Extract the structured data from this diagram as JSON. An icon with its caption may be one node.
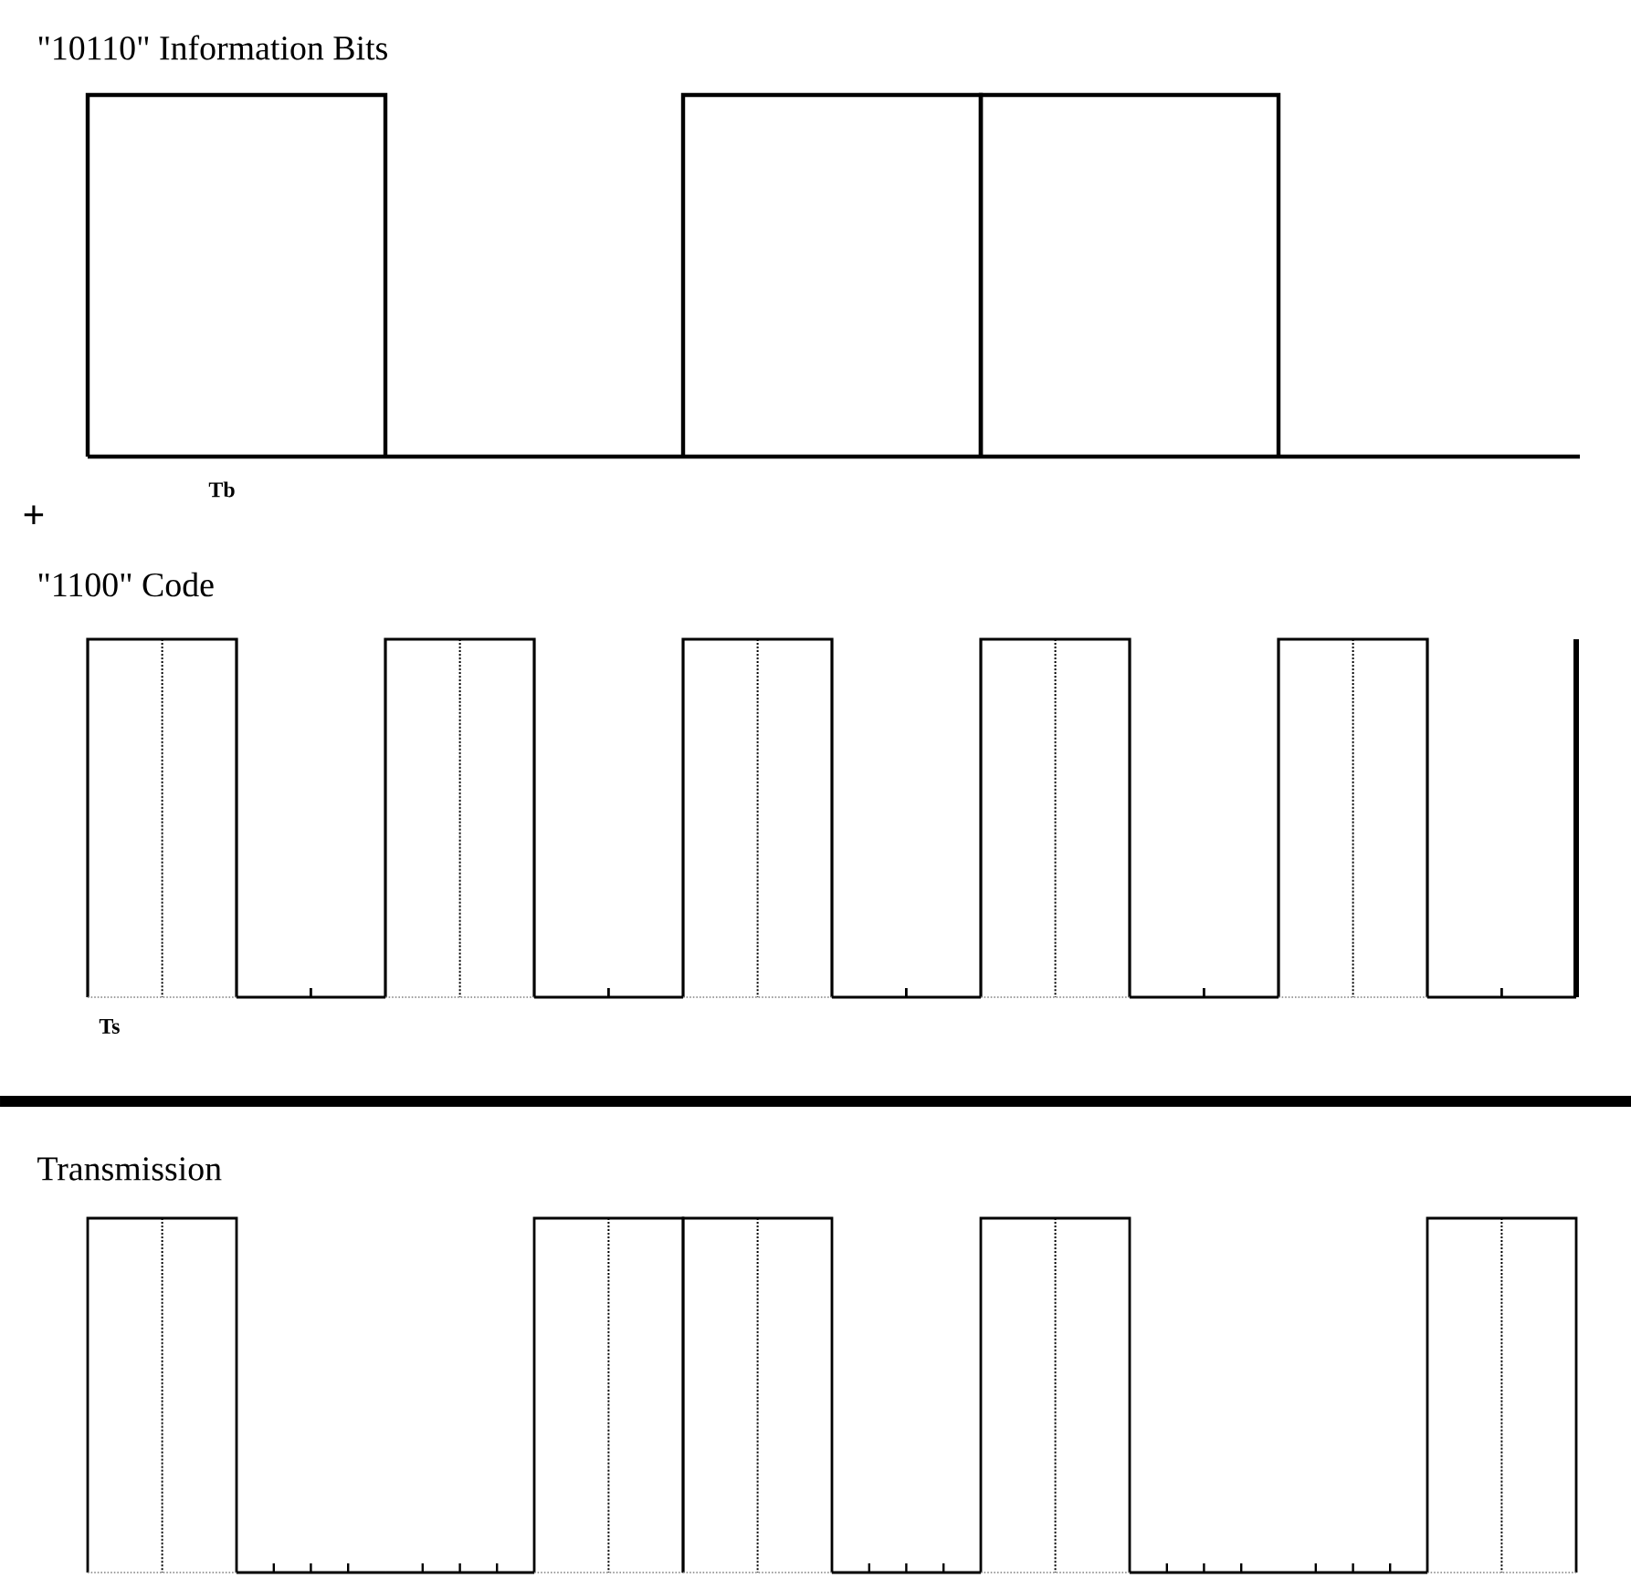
{
  "diagram": {
    "labels": [
      "\"10110\" Information Bits",
      "Tb",
      "+",
      "\"1100\" Code",
      "Ts",
      "Transmission"
    ]
  }
}
